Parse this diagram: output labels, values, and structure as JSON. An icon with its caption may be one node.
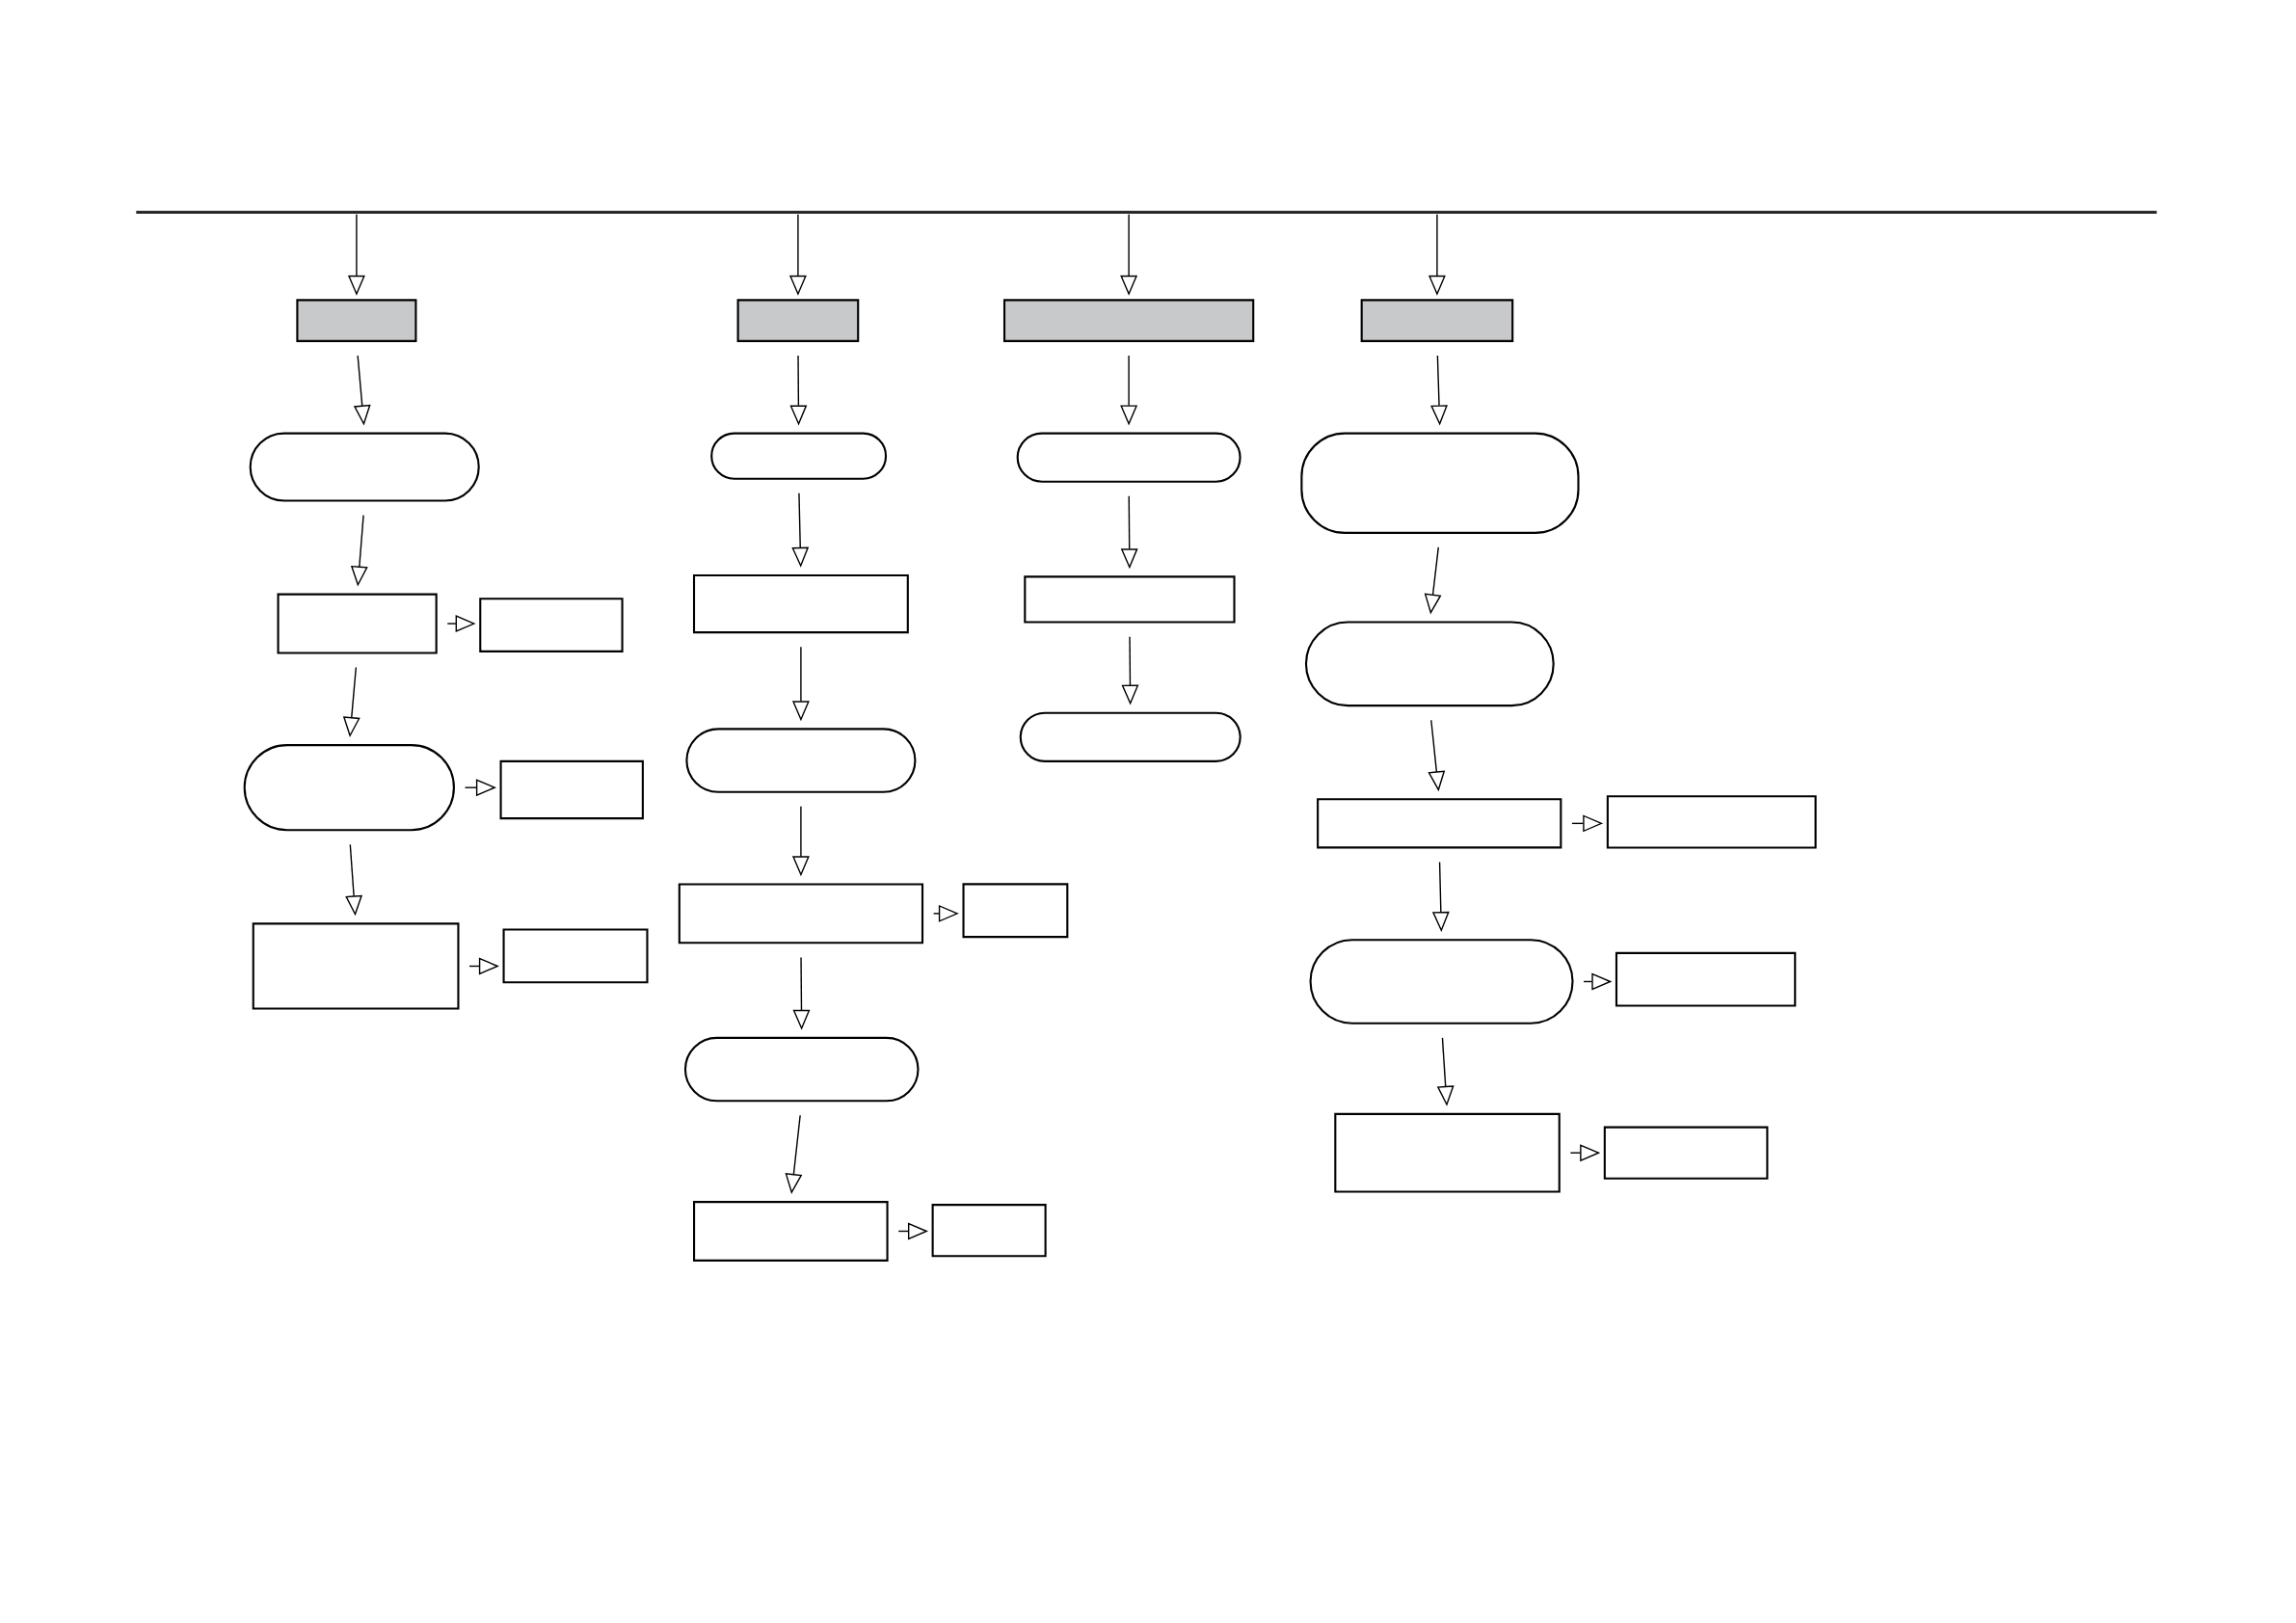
{
  "diagram": {
    "nodes": [
      {
        "text": [],
        "shape": "bar"
      },
      {
        "text": [],
        "shape": "box"
      },
      {
        "text": [],
        "shape": "capsule"
      },
      {
        "text": [],
        "shape": "box"
      },
      {
        "text": [],
        "shape": "box"
      },
      {
        "text": [],
        "shape": "capsule"
      },
      {
        "text": [],
        "shape": "box"
      },
      {
        "text": [],
        "shape": "box"
      },
      {
        "text": [],
        "shape": "box"
      },
      {
        "text": [],
        "shape": "box"
      },
      {
        "text": [],
        "shape": "capsule"
      },
      {
        "text": [],
        "shape": "box"
      },
      {
        "text": [],
        "shape": "capsule"
      },
      {
        "text": [],
        "shape": "box"
      },
      {
        "text": [],
        "shape": "box"
      },
      {
        "text": [],
        "shape": "capsule"
      },
      {
        "text": [],
        "shape": "box"
      },
      {
        "text": [],
        "shape": "box"
      },
      {
        "text": [],
        "shape": "box"
      },
      {
        "text": [],
        "shape": "capsule"
      },
      {
        "text": [],
        "shape": "box"
      },
      {
        "text": [],
        "shape": "capsule"
      },
      {
        "text": [],
        "shape": "box"
      },
      {
        "text": [],
        "shape": "capsule"
      },
      {
        "text": [],
        "shape": "capsule"
      },
      {
        "text": [],
        "shape": "box"
      },
      {
        "text": [],
        "shape": "box"
      },
      {
        "text": [],
        "shape": "capsule"
      },
      {
        "text": [],
        "shape": "box"
      },
      {
        "text": [],
        "shape": "box"
      },
      {
        "text": [],
        "shape": "box"
      }
    ],
    "edges": [
      {
        "from": 0,
        "to": 1,
        "arrow": "to"
      },
      {
        "from": 0,
        "to": 9,
        "arrow": "to"
      },
      {
        "from": 0,
        "to": 18,
        "arrow": "to"
      },
      {
        "from": 0,
        "to": 22,
        "arrow": "to"
      },
      {
        "from": 1,
        "to": 2,
        "arrow": "to"
      },
      {
        "from": 2,
        "to": 3,
        "arrow": "to"
      },
      {
        "from": 3,
        "to": 4,
        "arrow": "to"
      },
      {
        "from": 3,
        "to": 5,
        "arrow": "to"
      },
      {
        "from": 5,
        "to": 6,
        "arrow": "to"
      },
      {
        "from": 5,
        "to": 7,
        "arrow": "to"
      },
      {
        "from": 7,
        "to": 8,
        "arrow": "to"
      },
      {
        "from": 9,
        "to": 10,
        "arrow": "to"
      },
      {
        "from": 10,
        "to": 11,
        "arrow": "to"
      },
      {
        "from": 11,
        "to": 12,
        "arrow": "to"
      },
      {
        "from": 12,
        "to": 13,
        "arrow": "to"
      },
      {
        "from": 13,
        "to": 14,
        "arrow": "to"
      },
      {
        "from": 13,
        "to": 15,
        "arrow": "to"
      },
      {
        "from": 15,
        "to": 16,
        "arrow": "to"
      },
      {
        "from": 16,
        "to": 17,
        "arrow": "to"
      },
      {
        "from": 18,
        "to": 19,
        "arrow": "to"
      },
      {
        "from": 19,
        "to": 20,
        "arrow": "to"
      },
      {
        "from": 20,
        "to": 21,
        "arrow": "to"
      },
      {
        "from": 22,
        "to": 23,
        "arrow": "to"
      },
      {
        "from": 23,
        "to": 24,
        "arrow": "to"
      },
      {
        "from": 24,
        "to": 25,
        "arrow": "to"
      },
      {
        "from": 25,
        "to": 26,
        "arrow": "to"
      },
      {
        "from": 25,
        "to": 27,
        "arrow": "to"
      },
      {
        "from": 27,
        "to": 28,
        "arrow": "to"
      },
      {
        "from": 27,
        "to": 29,
        "arrow": "to"
      },
      {
        "from": 29,
        "to": 30,
        "arrow": "to"
      }
    ]
  }
}
